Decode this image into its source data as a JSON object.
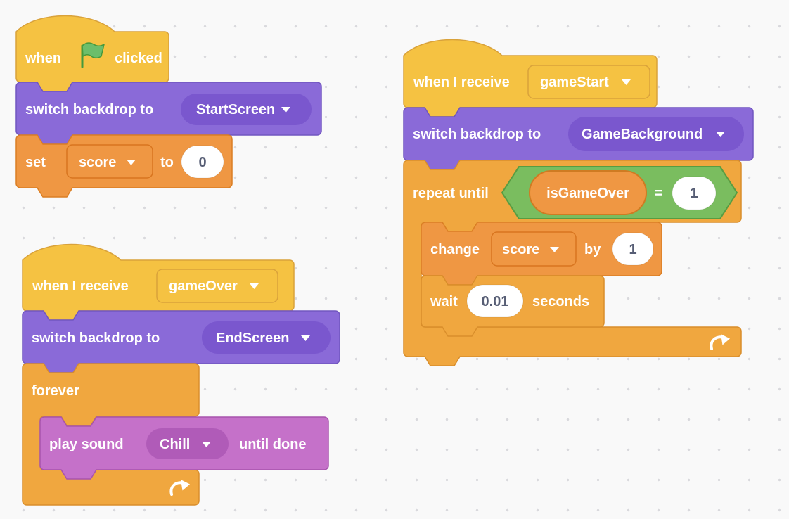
{
  "canvas": {
    "background_color": "#f9f9f9",
    "dot_color": "#d9d9dd"
  },
  "colors": {
    "events": "#f5c242",
    "looks": "#8a6ad8",
    "looks_field": "#7a57ce",
    "variables": "#ef9743",
    "control": "#f0a73f",
    "sound": "#c571c9",
    "sound_field": "#b05bb8",
    "operators": "#7abd5f",
    "input_text": "#575e75",
    "label_text": "#ffffff"
  },
  "scripts": {
    "start": {
      "hat": {
        "when": "when",
        "icon": "green-flag",
        "clicked": "clicked"
      },
      "backdrop": {
        "label": "switch backdrop to",
        "value": "StartScreen"
      },
      "set": {
        "set": "set",
        "variable": "score",
        "to": "to",
        "value": "0"
      }
    },
    "game_over": {
      "hat": {
        "label": "when I receive",
        "value": "gameOver"
      },
      "backdrop": {
        "label": "switch backdrop to",
        "value": "EndScreen"
      },
      "forever": {
        "label": "forever"
      },
      "play_sound": {
        "label": "play sound",
        "value": "Chill",
        "suffix": "until done"
      }
    },
    "game_start": {
      "hat": {
        "label": "when I receive",
        "value": "gameStart"
      },
      "backdrop": {
        "label": "switch backdrop to",
        "value": "GameBackground"
      },
      "repeat": {
        "label": "repeat until",
        "variable": "isGameOver",
        "operator": "=",
        "value": "1"
      },
      "change": {
        "label": "change",
        "variable": "score",
        "by": "by",
        "value": "1"
      },
      "wait": {
        "label": "wait",
        "value": "0.01",
        "suffix": "seconds"
      }
    }
  }
}
